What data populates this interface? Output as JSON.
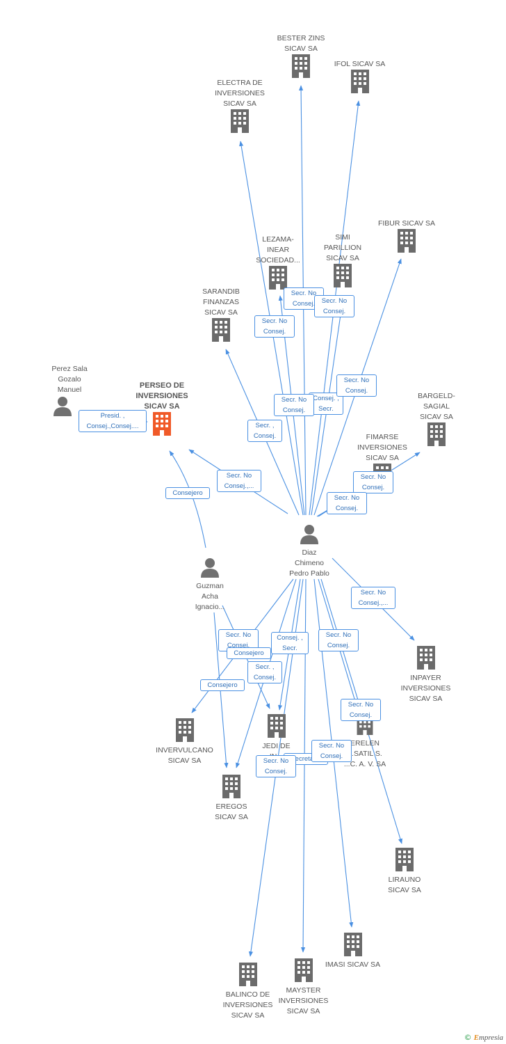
{
  "colors": {
    "edge": "#4a90e2",
    "building": "#6b6b6b",
    "main_building": "#f05a28",
    "person": "#707070",
    "label_text": "#555555",
    "relation_text": "#2f6fb8"
  },
  "nodes": {
    "bester_zins": "BESTER ZINS\nSICAV SA",
    "ifol": "IFOL SICAV SA",
    "electra": "ELECTRA DE\nINVERSIONES\nSICAV SA",
    "fibur": "FIBUR SICAV SA",
    "lezama": "LEZAMA-\nINEAR\nSOCIEDAD...",
    "simi": "SIMI\nPARILLION\nSICAV SA",
    "sarandib": "SARANDIB\nFINANZAS\nSICAV SA",
    "perez": "Perez Sala\nGozalo\nManuel",
    "perseo": "PERSEO DE\nINVERSIONES\nSICAV SA",
    "bargeld": "BARGELD-\nSAGIAL\nSICAV SA",
    "fimarse": "FIMARSE\nINVERSIONES\nSICAV SA",
    "diaz": "Diaz\nChimeno\nPedro Pablo",
    "guzman": "Guzman\nAcha\nIgnacio...",
    "inpayer": "INPAYER\nINVERSIONES\nSICAV SA",
    "invervulcano": "INVERVULCANO\nSICAV SA",
    "jedi": "JEDI DE\nIN...",
    "erelen": "ERELEN\n...SATIL S.\n...C. A. V. SA",
    "eregos": "EREGOS\nSICAV SA",
    "lirauno": "LIRAUNO\nSICAV SA",
    "imasi": "IMASI SICAV SA",
    "balinco": "BALINCO DE\nINVERSIONES\nSICAV SA",
    "mayster": "MAYSTER\nINVERSIONES\nSICAV SA"
  },
  "relations": {
    "perez_perseo": "Presid. ,\nConsej.,Consej....",
    "guzman_perseo": "Consejero",
    "diaz_perseo": "Secr. No\nConsej.,...",
    "diaz_sarandib": "Secr. ,\nConsej.",
    "diaz_lezama": "Secr. No\nConsej.",
    "diaz_electra": "Secr. No\nConsej.",
    "diaz_simi": "Secr. No\nConsej.",
    "diaz_bester": "Secr. No\nConsej.",
    "diaz_ifol": "Consej. ,\nSecr.",
    "diaz_fibur": "Secr. No\nConsej.",
    "diaz_bargeld": "Secr. No\nConsej.",
    "diaz_fimarse": "Secr. No\nConsej.",
    "diaz_inpayer": "Secr. No\nConsej.,...",
    "diaz_invervulcano": "Secr. No\nConsej.",
    "guzman_jedi": "Consejero",
    "guzman_invervulcano": "Consejero",
    "diaz_jedi": "Consej. ,\nSecr.",
    "diaz_eregos": "Secr. ,\nConsej.",
    "diaz_erelen": "Secr. No\nConsej.",
    "diaz_lirauno": "Secr. No\nConsej.",
    "diaz_imasi": "Secr. No\nConsej.",
    "diaz_mayster": "Secretario",
    "diaz_balinco": "Secr. No\nConsej."
  },
  "copyright": {
    "symbol": "©",
    "brand_e": "E",
    "brand_rest": "mpresia"
  }
}
